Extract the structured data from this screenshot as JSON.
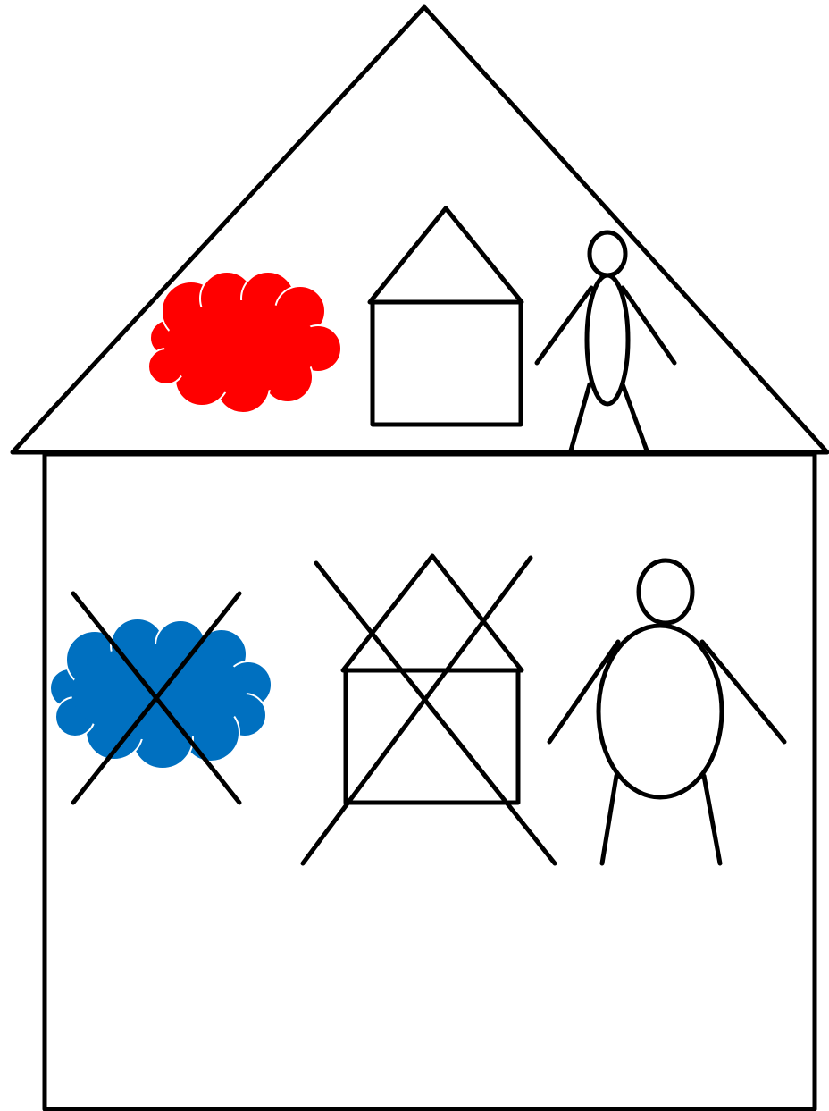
{
  "diagram": {
    "colors": {
      "outline": "#000000",
      "background": "#ffffff",
      "page_shadow": "#f1f1f1",
      "cloud_upper": "#ff0000",
      "cloud_lower": "#0070c0",
      "cloud_edge": "#ffffff"
    },
    "upper_section": {
      "role": "roof",
      "items": [
        "cloud",
        "house",
        "person"
      ],
      "crossed_out": false
    },
    "lower_section": {
      "role": "body",
      "items": [
        "cloud",
        "house",
        "person"
      ],
      "crossed_out": true
    },
    "icons": [
      "cloud-icon",
      "house-icon",
      "stick-figure-icon",
      "cross-mark-icon"
    ]
  }
}
